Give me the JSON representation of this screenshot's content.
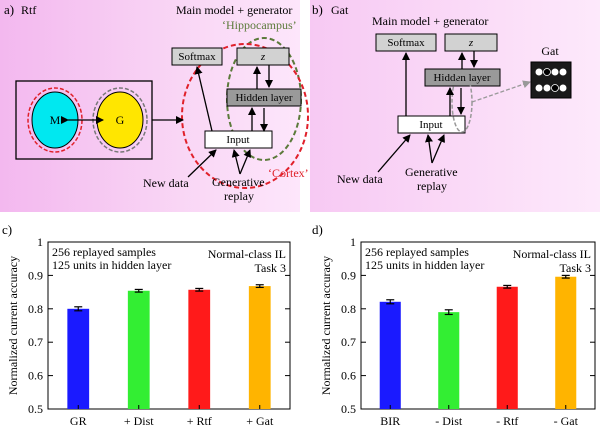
{
  "panel_a": {
    "letter": "a)",
    "name": "Rtf",
    "main_title": "Main model + generator",
    "hippocampus": "‘Hippocampus’",
    "cortex": "‘Cortex’",
    "softmax": "Softmax",
    "z": "z",
    "hidden": "Hidden layer",
    "input": "Input",
    "new_data": "New data",
    "gen_replay_1": "Generative",
    "gen_replay_2": "replay",
    "m": "M",
    "g": "G"
  },
  "panel_b": {
    "letter": "b)",
    "name": "Gat",
    "main_title": "Main model + generator",
    "softmax": "Softmax",
    "z": "z",
    "hidden": "Hidden layer",
    "input": "Input",
    "new_data": "New data",
    "gen_replay_1": "Generative",
    "gen_replay_2": "replay",
    "gat_label": "Gat"
  },
  "chart_data": [
    {
      "type": "bar",
      "letter": "c)",
      "categories": [
        "GR",
        "+ Dist",
        "+ Rtf",
        "+ Gat"
      ],
      "values": [
        0.8,
        0.854,
        0.857,
        0.868
      ],
      "errors": [
        0.006,
        0.004,
        0.004,
        0.004
      ],
      "colors": [
        "#1a1aff",
        "#33ee33",
        "#ff1a1a",
        "#ffb400"
      ],
      "ylabel": "Normalized current accuracy",
      "ylim": [
        0.5,
        1.0
      ],
      "yticks": [
        "0.5",
        "0.6",
        "0.7",
        "0.8",
        "0.9",
        "1"
      ],
      "annot_left_1": "256 replayed samples",
      "annot_left_2": "125 units in hidden layer",
      "annot_right_1": "Normal-class IL",
      "annot_right_2": "Task 3"
    },
    {
      "type": "bar",
      "letter": "d)",
      "categories": [
        "BIR",
        "- Dist",
        "- Rtf",
        "- Gat"
      ],
      "values": [
        0.821,
        0.79,
        0.866,
        0.896
      ],
      "errors": [
        0.006,
        0.007,
        0.004,
        0.004
      ],
      "colors": [
        "#1a1aff",
        "#33ee33",
        "#ff1a1a",
        "#ffb400"
      ],
      "ylabel": "Normalized current accuracy",
      "ylim": [
        0.5,
        1.0
      ],
      "yticks": [
        "0.5",
        "0.6",
        "0.7",
        "0.8",
        "0.9",
        "1"
      ],
      "annot_left_1": "256 replayed samples",
      "annot_left_2": "125 units in hidden layer",
      "annot_right_1": "Normal-class IL",
      "annot_right_2": "Task 3"
    }
  ]
}
